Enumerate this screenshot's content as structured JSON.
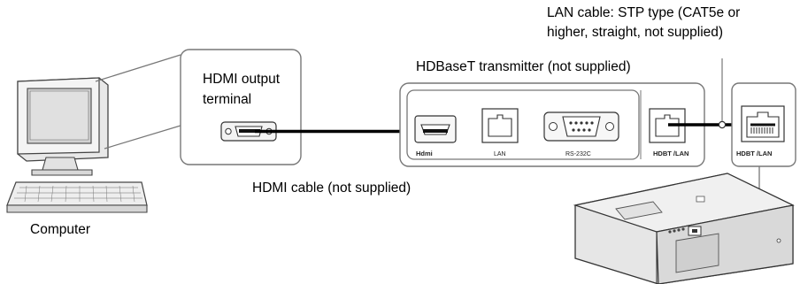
{
  "labels": {
    "lan_cable_line1": "LAN cable: STP type (CAT5e or",
    "lan_cable_line2": "higher, straight, not supplied)",
    "hdbaset_transmitter": "HDBaseT transmitter (not supplied)",
    "hdmi_output_line1": "HDMI output",
    "hdmi_output_line2": "terminal",
    "hdmi_cable": "HDMI cable (not supplied)",
    "computer": "Computer"
  },
  "port_labels": {
    "transmitter_hdmi": "Hdmi",
    "transmitter_lan": "LAN",
    "transmitter_rs232c": "RS-232C",
    "transmitter_hdbaset_lan": "HDBT /LAN",
    "projector_hdbaset_lan": "HDBT /LAN"
  },
  "colors": {
    "line": "#000000",
    "outline": "#555555",
    "box_border": "#777777",
    "device_fill": "#e6e6e6",
    "device_shade": "#bdbdbd"
  },
  "icons": [
    "computer-monitor",
    "keyboard",
    "hdmi-port",
    "lan-port",
    "rs232c-port",
    "projector"
  ]
}
